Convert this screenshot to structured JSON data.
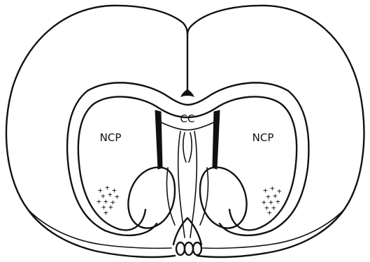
{
  "labels": {
    "corpus_callosum": "CC",
    "left_region": "NCP",
    "right_region": "NCP"
  },
  "markers": {
    "symbol": "+",
    "left_count": 12,
    "right_count": 11
  },
  "colors": {
    "ink": "#111111",
    "background": "#ffffff"
  }
}
